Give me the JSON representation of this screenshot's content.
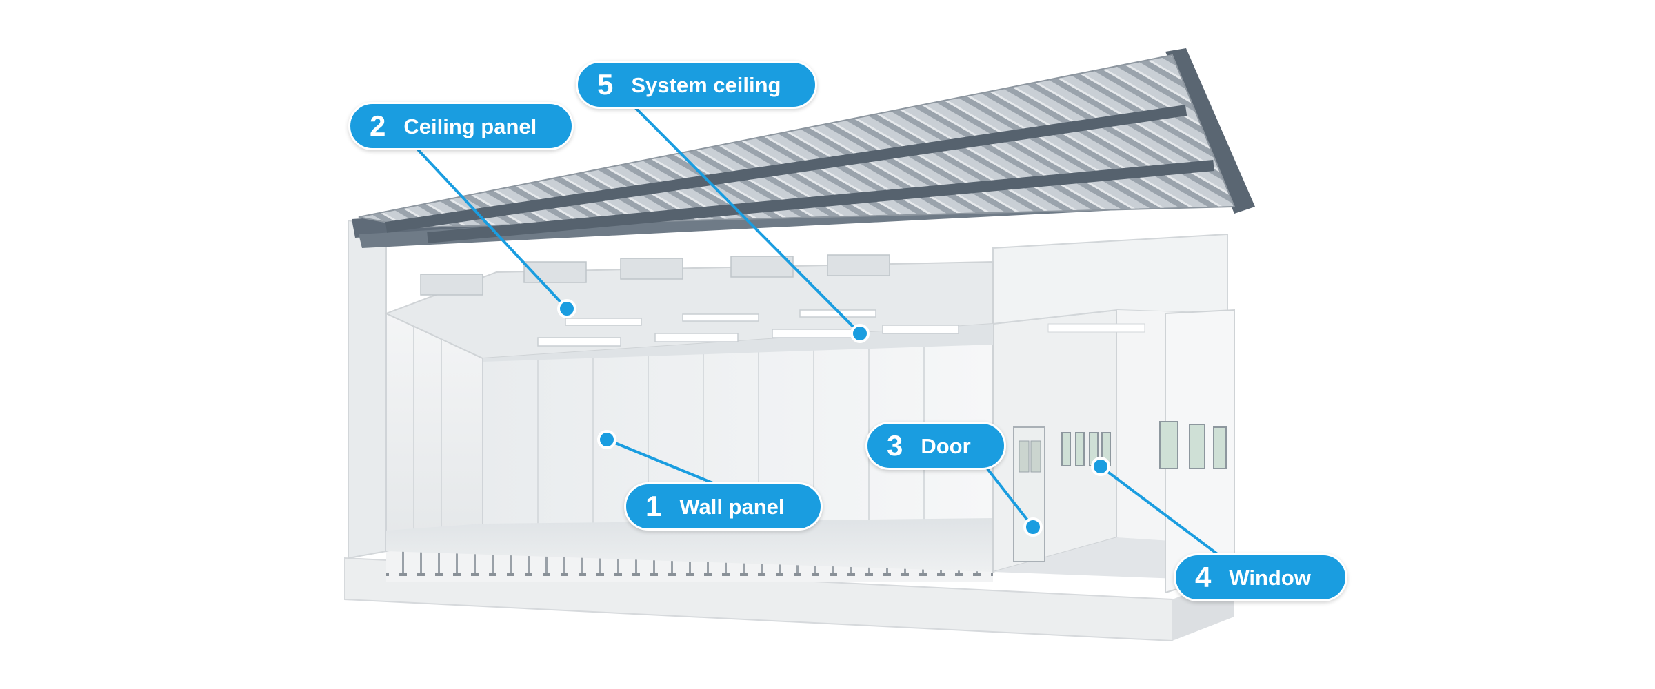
{
  "labels": {
    "wall_panel": {
      "number": "1",
      "text": "Wall panel"
    },
    "ceiling_panel": {
      "number": "2",
      "text": "Ceiling panel"
    },
    "door": {
      "number": "3",
      "text": "Door"
    },
    "window": {
      "number": "4",
      "text": "Window"
    },
    "system_ceiling": {
      "number": "5",
      "text": "System ceiling"
    }
  },
  "colors": {
    "accent": "#1a9de0",
    "steel_frame": "#5f6b78",
    "roof_metal": "#b7bec6",
    "wall": "#eef0f1",
    "floor": "#e3e6e8"
  }
}
